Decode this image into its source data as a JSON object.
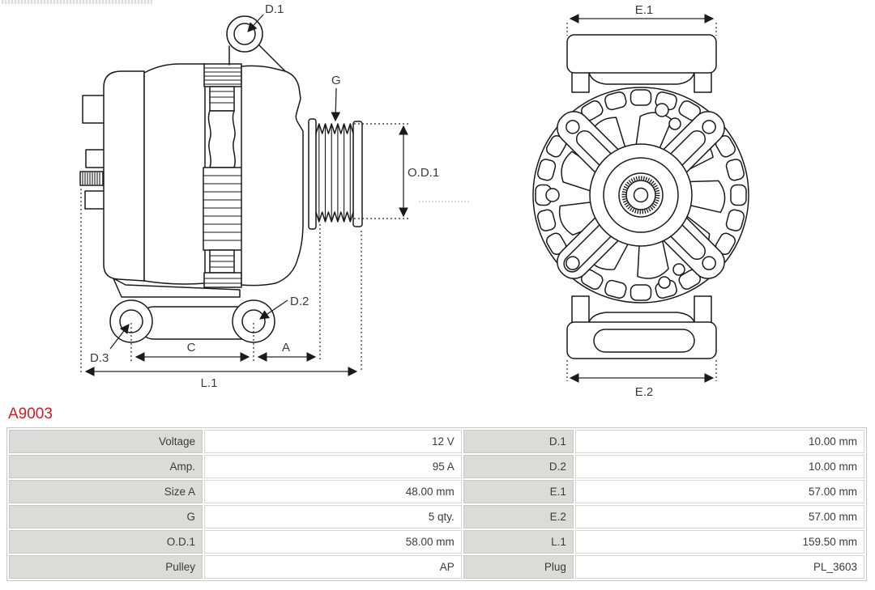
{
  "part_number": "A9003",
  "colors": {
    "accent_red": "#cc2127",
    "drawing_line": "#1a1a1a",
    "table_label_bg": "#dbdbd9",
    "table_border": "#c6c6c6"
  },
  "side_view": {
    "labels": {
      "d1": "D.1",
      "g": "G",
      "od1": "O.D.1",
      "d2": "D.2",
      "d3": "D.3",
      "c": "C",
      "a": "A",
      "l1": "L.1"
    }
  },
  "front_view": {
    "labels": {
      "e1": "E.1",
      "e2": "E.2"
    }
  },
  "spec_table": {
    "rows": [
      {
        "label1": "Voltage",
        "value1": "12 V",
        "label2": "D.1",
        "value2": "10.00 mm"
      },
      {
        "label1": "Amp.",
        "value1": "95 A",
        "label2": "D.2",
        "value2": "10.00 mm"
      },
      {
        "label1": "Size A",
        "value1": "48.00 mm",
        "label2": "E.1",
        "value2": "57.00 mm"
      },
      {
        "label1": "G",
        "value1": "5 qty.",
        "label2": "E.2",
        "value2": "57.00 mm"
      },
      {
        "label1": "O.D.1",
        "value1": "58.00 mm",
        "label2": "L.1",
        "value2": "159.50 mm"
      },
      {
        "label1": "Pulley",
        "value1": "AP",
        "label2": "Plug",
        "value2": "PL_3603"
      }
    ]
  }
}
